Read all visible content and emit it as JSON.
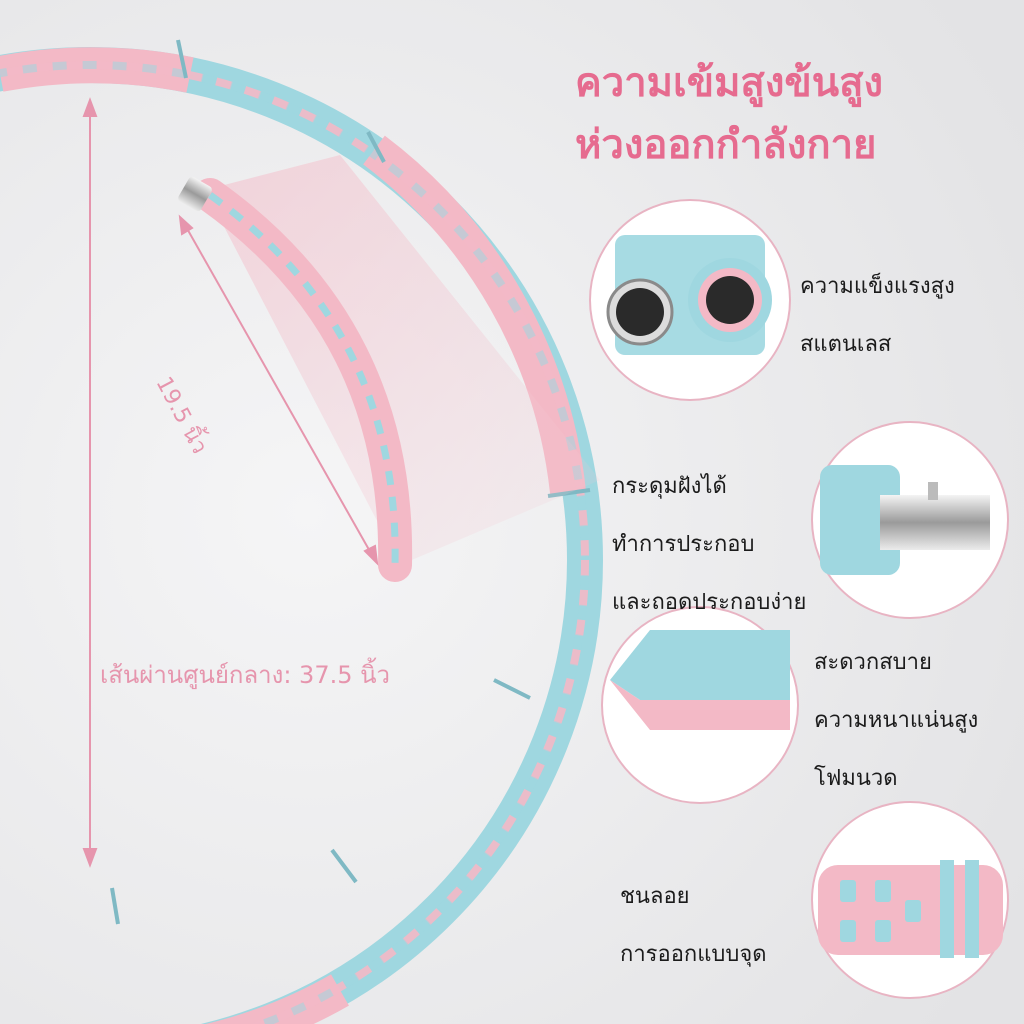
{
  "headline": {
    "line1": "ความเข้มสูงข้นสูง",
    "line2": "ห่วงออกกำลังกาย"
  },
  "features": [
    {
      "lines": [
        "ความแข็งแรงสูง",
        "สแตนเลส"
      ],
      "icon": "steel-tube-cross-section"
    },
    {
      "lines": [
        "กระดุมฝังได้",
        "ทำการประกอบ",
        "และถอดประกอบง่าย"
      ],
      "icon": "snap-button-connector"
    },
    {
      "lines": [
        "สะดวกสบาย",
        "ความหนาแน่นสูง",
        "โฟมนวด"
      ],
      "icon": "foam-layer"
    },
    {
      "lines": [
        "ชนลอย",
        "การออกแบบจุด"
      ],
      "icon": "dotted-massage-surface"
    }
  ],
  "dimensions": {
    "segment_length": "19.5 นิ้ว",
    "diameter": "เส้นผ่านศูนย์กลาง: 37.5 นิ้ว"
  },
  "colors": {
    "accent": "#e66b8f",
    "hoop_pink": "#f3b9c6",
    "hoop_blue": "#9fd7e0",
    "background": "#e9e9ea",
    "dimension_line": "#e695ad"
  }
}
